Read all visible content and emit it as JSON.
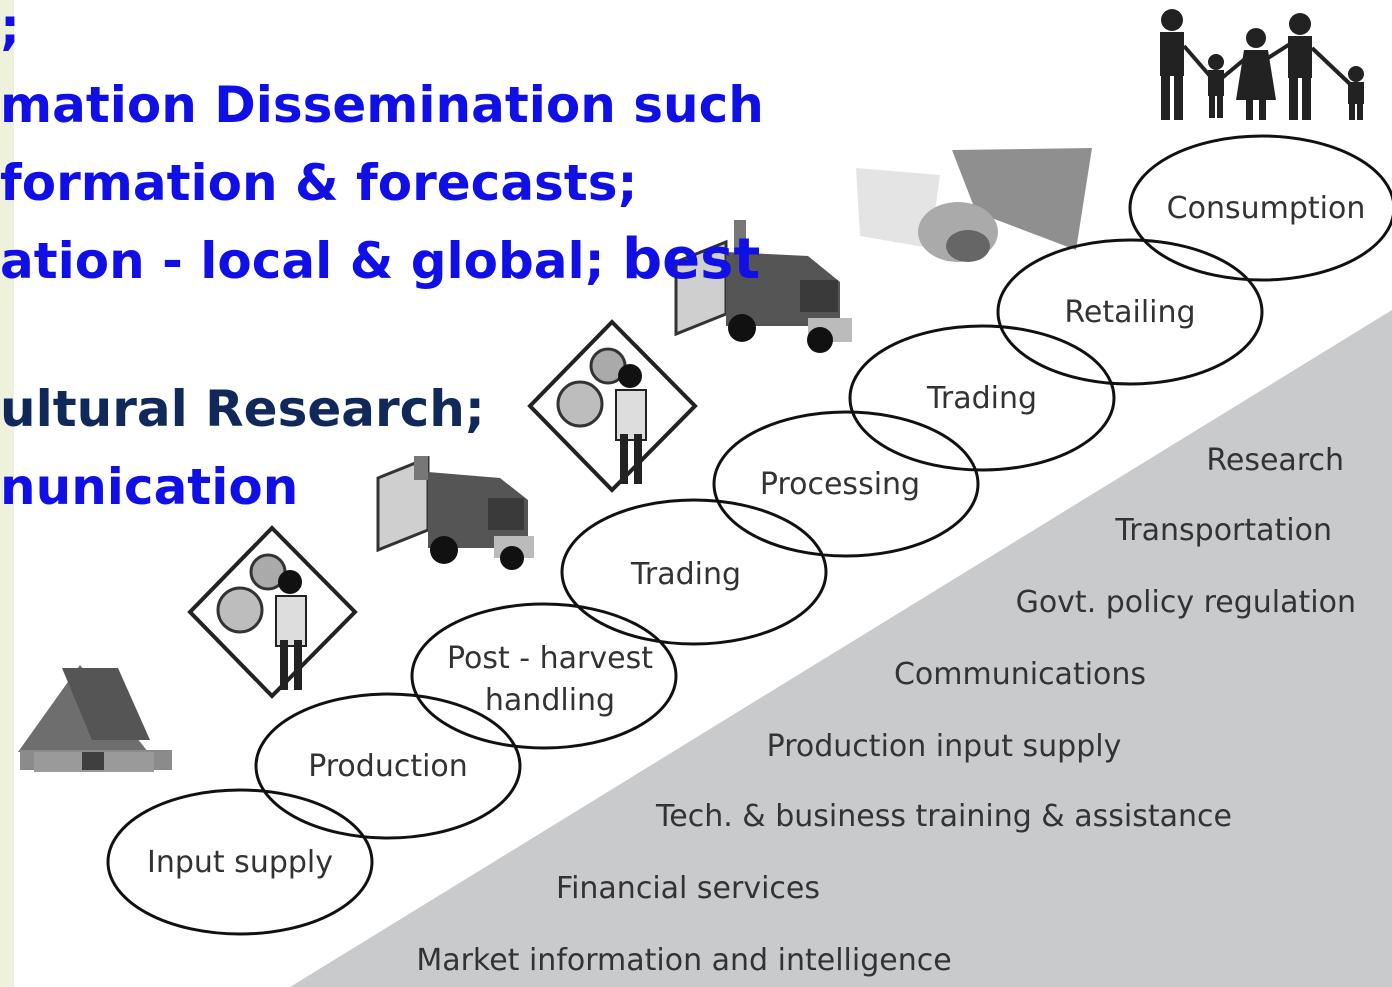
{
  "background_text": {
    "line0": ";",
    "line1": "mation Dissemination such",
    "line2": "formation & forecasts;",
    "line3a": "ation - local & global; ",
    "line3b": "best",
    "line4": "ultural Research;",
    "line5": "nunication"
  },
  "value_chain": [
    {
      "name": "stage-input-supply",
      "line1": "Input supply",
      "line2": ""
    },
    {
      "name": "stage-production",
      "line1": "Production",
      "line2": ""
    },
    {
      "name": "stage-post-harvest-handling",
      "line1": "Post - harvest",
      "line2": "handling"
    },
    {
      "name": "stage-trading-1",
      "line1": "Trading",
      "line2": ""
    },
    {
      "name": "stage-processing",
      "line1": "Processing",
      "line2": ""
    },
    {
      "name": "stage-trading-2",
      "line1": "Trading",
      "line2": ""
    },
    {
      "name": "stage-retailing",
      "line1": "Retailing",
      "line2": ""
    },
    {
      "name": "stage-consumption",
      "line1": "Consumption",
      "line2": ""
    }
  ],
  "support_services": [
    "Research",
    "Transportation",
    "Govt. policy regulation",
    "Communications",
    "Production input supply",
    "Tech. & business training & assistance",
    "Financial services",
    "Market information and intelligence"
  ],
  "colors": {
    "blue_text": "#1010e6",
    "navy_text": "#10285a",
    "wedge": "#c9cacc",
    "left_strip": "#eef1dc"
  }
}
